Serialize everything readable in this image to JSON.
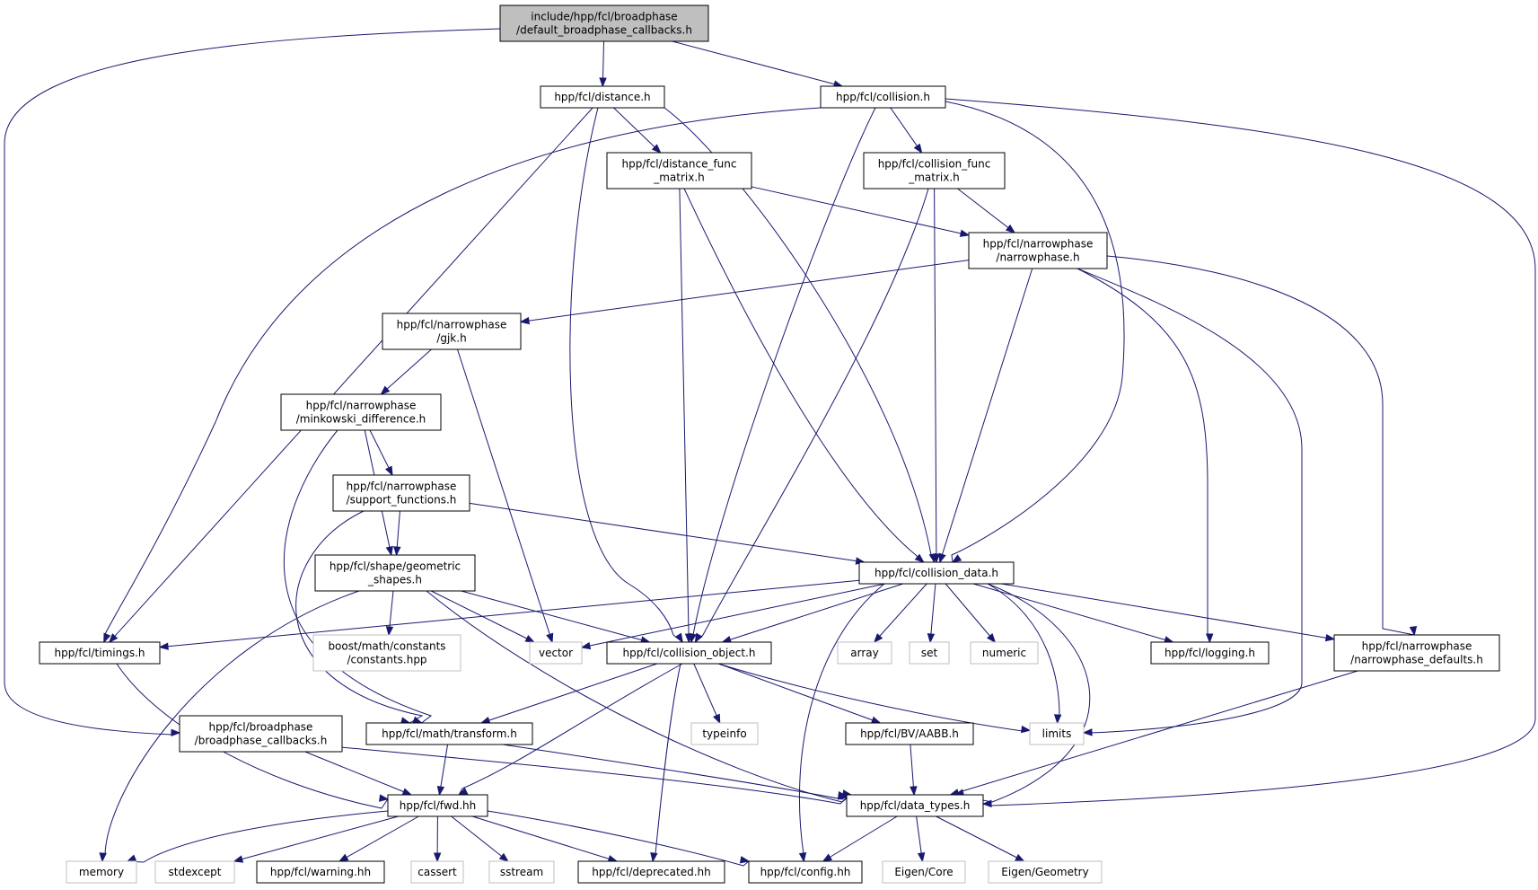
{
  "graph": {
    "colors": {
      "edge": "#191970",
      "root_fill": "#bfbfbf",
      "node_border": "#000000",
      "external_border": "#bfbfbf",
      "background": "#ffffff"
    },
    "nodes": [
      {
        "id": "root",
        "kind": "root",
        "lines": [
          "include/hpp/fcl/broadphase",
          "/default_broadphase_callbacks.h"
        ]
      },
      {
        "id": "distance",
        "kind": "normal",
        "lines": [
          "hpp/fcl/distance.h"
        ]
      },
      {
        "id": "collision",
        "kind": "normal",
        "lines": [
          "hpp/fcl/collision.h"
        ]
      },
      {
        "id": "distance_func_matrix",
        "kind": "normal",
        "lines": [
          "hpp/fcl/distance_func",
          "_matrix.h"
        ]
      },
      {
        "id": "collision_func_matrix",
        "kind": "normal",
        "lines": [
          "hpp/fcl/collision_func",
          "_matrix.h"
        ]
      },
      {
        "id": "narrowphase",
        "kind": "normal",
        "lines": [
          "hpp/fcl/narrowphase",
          "/narrowphase.h"
        ]
      },
      {
        "id": "gjk",
        "kind": "normal",
        "lines": [
          "hpp/fcl/narrowphase",
          "/gjk.h"
        ]
      },
      {
        "id": "minkowski",
        "kind": "normal",
        "lines": [
          "hpp/fcl/narrowphase",
          "/minkowski_difference.h"
        ]
      },
      {
        "id": "support",
        "kind": "normal",
        "lines": [
          "hpp/fcl/narrowphase",
          "/support_functions.h"
        ]
      },
      {
        "id": "geometric",
        "kind": "normal",
        "lines": [
          "hpp/fcl/shape/geometric",
          "_shapes.h"
        ]
      },
      {
        "id": "collision_data",
        "kind": "normal",
        "lines": [
          "hpp/fcl/collision_data.h"
        ]
      },
      {
        "id": "timings",
        "kind": "normal",
        "lines": [
          "hpp/fcl/timings.h"
        ]
      },
      {
        "id": "boost_constants",
        "kind": "ext",
        "lines": [
          "boost/math/constants",
          "/constants.hpp"
        ]
      },
      {
        "id": "vector",
        "kind": "ext",
        "lines": [
          "vector"
        ]
      },
      {
        "id": "collision_object",
        "kind": "normal",
        "lines": [
          "hpp/fcl/collision_object.h"
        ]
      },
      {
        "id": "array",
        "kind": "ext",
        "lines": [
          "array"
        ]
      },
      {
        "id": "set",
        "kind": "ext",
        "lines": [
          "set"
        ]
      },
      {
        "id": "numeric",
        "kind": "ext",
        "lines": [
          "numeric"
        ]
      },
      {
        "id": "logging",
        "kind": "normal",
        "lines": [
          "hpp/fcl/logging.h"
        ]
      },
      {
        "id": "np_defaults",
        "kind": "normal",
        "lines": [
          "hpp/fcl/narrowphase",
          "/narrowphase_defaults.h"
        ]
      },
      {
        "id": "bp_callbacks",
        "kind": "normal",
        "lines": [
          "hpp/fcl/broadphase",
          "/broadphase_callbacks.h"
        ]
      },
      {
        "id": "transform",
        "kind": "normal",
        "lines": [
          "hpp/fcl/math/transform.h"
        ]
      },
      {
        "id": "typeinfo",
        "kind": "ext",
        "lines": [
          "typeinfo"
        ]
      },
      {
        "id": "aabb",
        "kind": "normal",
        "lines": [
          "hpp/fcl/BV/AABB.h"
        ]
      },
      {
        "id": "limits",
        "kind": "ext",
        "lines": [
          "limits"
        ]
      },
      {
        "id": "fwd",
        "kind": "normal",
        "lines": [
          "hpp/fcl/fwd.hh"
        ]
      },
      {
        "id": "data_types",
        "kind": "normal",
        "lines": [
          "hpp/fcl/data_types.h"
        ]
      },
      {
        "id": "memory",
        "kind": "ext",
        "lines": [
          "memory"
        ]
      },
      {
        "id": "stdexcept",
        "kind": "ext",
        "lines": [
          "stdexcept"
        ]
      },
      {
        "id": "warning",
        "kind": "normal",
        "lines": [
          "hpp/fcl/warning.hh"
        ]
      },
      {
        "id": "cassert",
        "kind": "ext",
        "lines": [
          "cassert"
        ]
      },
      {
        "id": "sstream",
        "kind": "ext",
        "lines": [
          "sstream"
        ]
      },
      {
        "id": "deprecated",
        "kind": "normal",
        "lines": [
          "hpp/fcl/deprecated.hh"
        ]
      },
      {
        "id": "config",
        "kind": "normal",
        "lines": [
          "hpp/fcl/config.hh"
        ]
      },
      {
        "id": "eigen_core",
        "kind": "ext",
        "lines": [
          "Eigen/Core"
        ]
      },
      {
        "id": "eigen_geometry",
        "kind": "ext",
        "lines": [
          "Eigen/Geometry"
        ]
      }
    ],
    "edges": [
      [
        "root",
        "bp_callbacks"
      ],
      [
        "root",
        "distance"
      ],
      [
        "root",
        "collision"
      ],
      [
        "distance",
        "timings"
      ],
      [
        "distance",
        "collision_object"
      ],
      [
        "distance",
        "distance_func_matrix"
      ],
      [
        "distance",
        "collision_data"
      ],
      [
        "collision",
        "timings"
      ],
      [
        "collision",
        "collision_object"
      ],
      [
        "collision",
        "collision_func_matrix"
      ],
      [
        "collision",
        "collision_data"
      ],
      [
        "collision",
        "data_types"
      ],
      [
        "distance_func_matrix",
        "collision_object"
      ],
      [
        "distance_func_matrix",
        "collision_data"
      ],
      [
        "distance_func_matrix",
        "narrowphase"
      ],
      [
        "collision_func_matrix",
        "collision_object"
      ],
      [
        "collision_func_matrix",
        "collision_data"
      ],
      [
        "collision_func_matrix",
        "narrowphase"
      ],
      [
        "narrowphase",
        "gjk"
      ],
      [
        "narrowphase",
        "collision_data"
      ],
      [
        "narrowphase",
        "logging"
      ],
      [
        "narrowphase",
        "limits"
      ],
      [
        "narrowphase",
        "np_defaults"
      ],
      [
        "gjk",
        "minkowski"
      ],
      [
        "gjk",
        "vector"
      ],
      [
        "minkowski",
        "support"
      ],
      [
        "minkowski",
        "geometric"
      ],
      [
        "minkowski",
        "transform"
      ],
      [
        "support",
        "geometric"
      ],
      [
        "support",
        "collision_data"
      ],
      [
        "support",
        "transform"
      ],
      [
        "geometric",
        "boost_constants"
      ],
      [
        "geometric",
        "vector"
      ],
      [
        "geometric",
        "collision_object"
      ],
      [
        "geometric",
        "memory"
      ],
      [
        "geometric",
        "data_types"
      ],
      [
        "collision_data",
        "timings"
      ],
      [
        "collision_data",
        "vector"
      ],
      [
        "collision_data",
        "collision_object"
      ],
      [
        "collision_data",
        "array"
      ],
      [
        "collision_data",
        "set"
      ],
      [
        "collision_data",
        "numeric"
      ],
      [
        "collision_data",
        "limits"
      ],
      [
        "collision_data",
        "logging"
      ],
      [
        "collision_data",
        "np_defaults"
      ],
      [
        "collision_data",
        "data_types"
      ],
      [
        "collision_data",
        "config"
      ],
      [
        "timings",
        "fwd"
      ],
      [
        "collision_object",
        "transform"
      ],
      [
        "collision_object",
        "fwd"
      ],
      [
        "collision_object",
        "deprecated"
      ],
      [
        "collision_object",
        "typeinfo"
      ],
      [
        "collision_object",
        "aabb"
      ],
      [
        "collision_object",
        "limits"
      ],
      [
        "np_defaults",
        "data_types"
      ],
      [
        "bp_callbacks",
        "fwd"
      ],
      [
        "bp_callbacks",
        "data_types"
      ],
      [
        "transform",
        "fwd"
      ],
      [
        "transform",
        "data_types"
      ],
      [
        "aabb",
        "data_types"
      ],
      [
        "fwd",
        "memory"
      ],
      [
        "fwd",
        "stdexcept"
      ],
      [
        "fwd",
        "warning"
      ],
      [
        "fwd",
        "cassert"
      ],
      [
        "fwd",
        "sstream"
      ],
      [
        "fwd",
        "deprecated"
      ],
      [
        "fwd",
        "config"
      ],
      [
        "data_types",
        "config"
      ],
      [
        "data_types",
        "eigen_core"
      ],
      [
        "data_types",
        "eigen_geometry"
      ]
    ]
  }
}
